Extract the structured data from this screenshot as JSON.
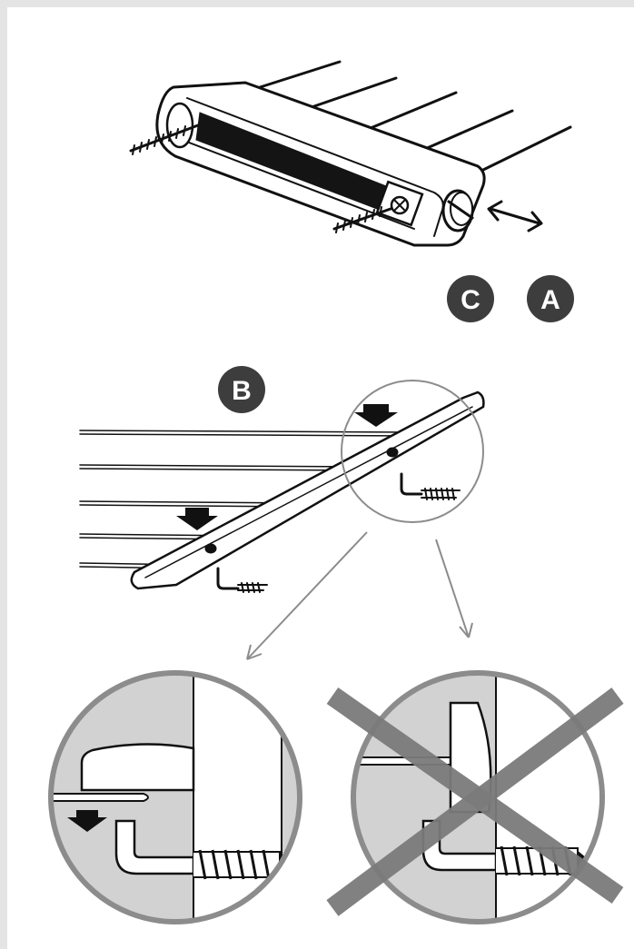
{
  "labels": {
    "c": "C",
    "a": "A",
    "b": "B"
  },
  "colors": {
    "badge": "#3d3d3d",
    "panel_gray": "#d2d2d2",
    "ring_gray": "#8c8c8c",
    "cross_gray": "#7b7b7b",
    "ink": "#111111"
  },
  "figures": [
    "rail-assembly-with-adjuster-knob",
    "rail-mounting-with-screw-hooks",
    "correct-mounting-detail",
    "incorrect-mounting-detail"
  ]
}
